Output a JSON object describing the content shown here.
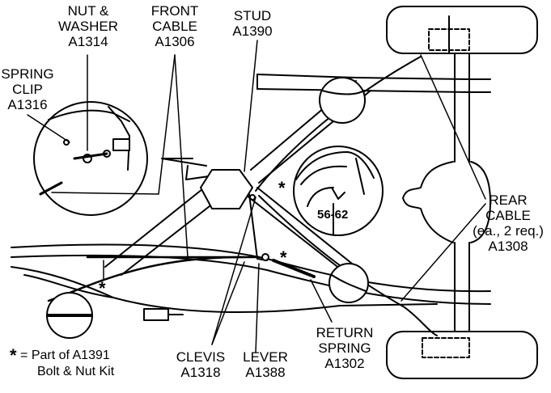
{
  "labels": {
    "nut_washer": [
      "NUT &",
      "WASHER",
      "A1314"
    ],
    "front_cable": [
      "FRONT",
      "CABLE",
      "A1306"
    ],
    "stud": [
      "STUD",
      "A1390"
    ],
    "spring_clip": [
      "SPRING",
      "CLIP",
      "A1316"
    ],
    "rear_cable": [
      "REAR",
      "CABLE",
      "(ea., 2 req.)",
      "A1308"
    ],
    "return_spring": [
      "RETURN",
      "SPRING",
      "A1302"
    ],
    "clevis": [
      "CLEVIS",
      "A1318"
    ],
    "lever": [
      "LEVER",
      "A1388"
    ],
    "years": "56-62"
  },
  "key": {
    "symbol": "*",
    "equals": "=",
    "line1": "Part of A1391",
    "line2": "Bolt & Nut Kit"
  },
  "marker": "*"
}
